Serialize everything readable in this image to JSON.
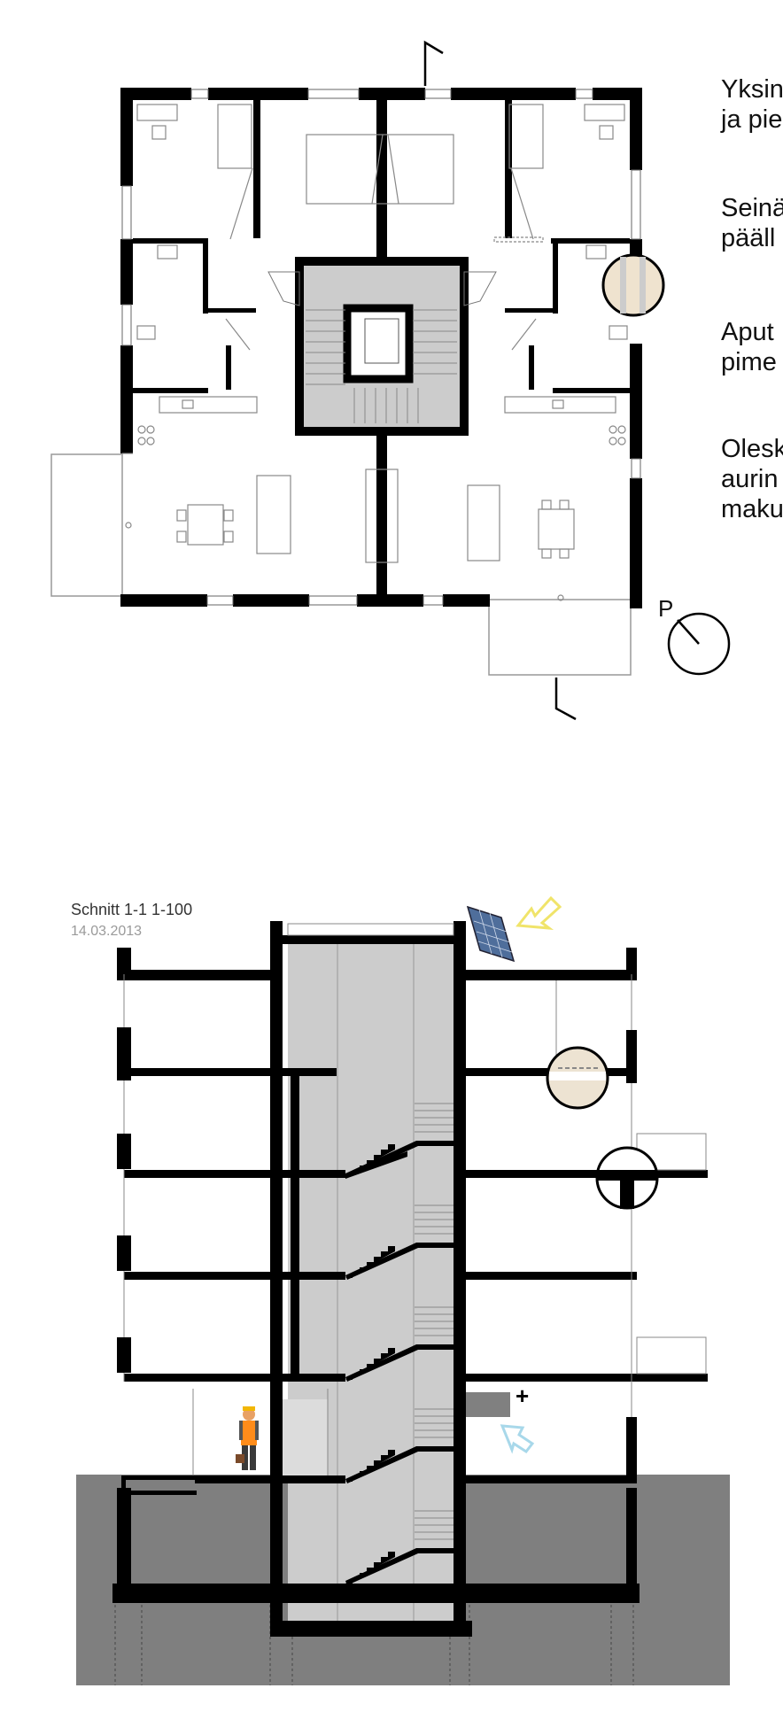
{
  "notes": [
    {
      "line1": "Yksin",
      "line2": "ja pie"
    },
    {
      "line1": "Seinä",
      "line2": "pääll"
    },
    {
      "line1": "Aput",
      "line2": "pime"
    },
    {
      "line1": "Olesk",
      "line2": "aurin",
      "line3": "maku"
    }
  ],
  "north_label": "P",
  "section": {
    "title": "Schnitt 1-1 1-100",
    "date": "14.03.2013",
    "plus_sign": "+"
  },
  "colors": {
    "wall": "#000000",
    "stair_core": "#cccccc",
    "ground": "#7f7f7f",
    "solar_arrow": "#f5ea7a",
    "heater_arrow": "#a8d8ea",
    "heater": "#808080"
  },
  "icons": [
    "north-arrow-icon",
    "solar-panel-icon",
    "sun-arrow-icon",
    "worker-figure-icon",
    "heater-icon",
    "airflow-arrow-icon",
    "detail-circle-icon"
  ]
}
